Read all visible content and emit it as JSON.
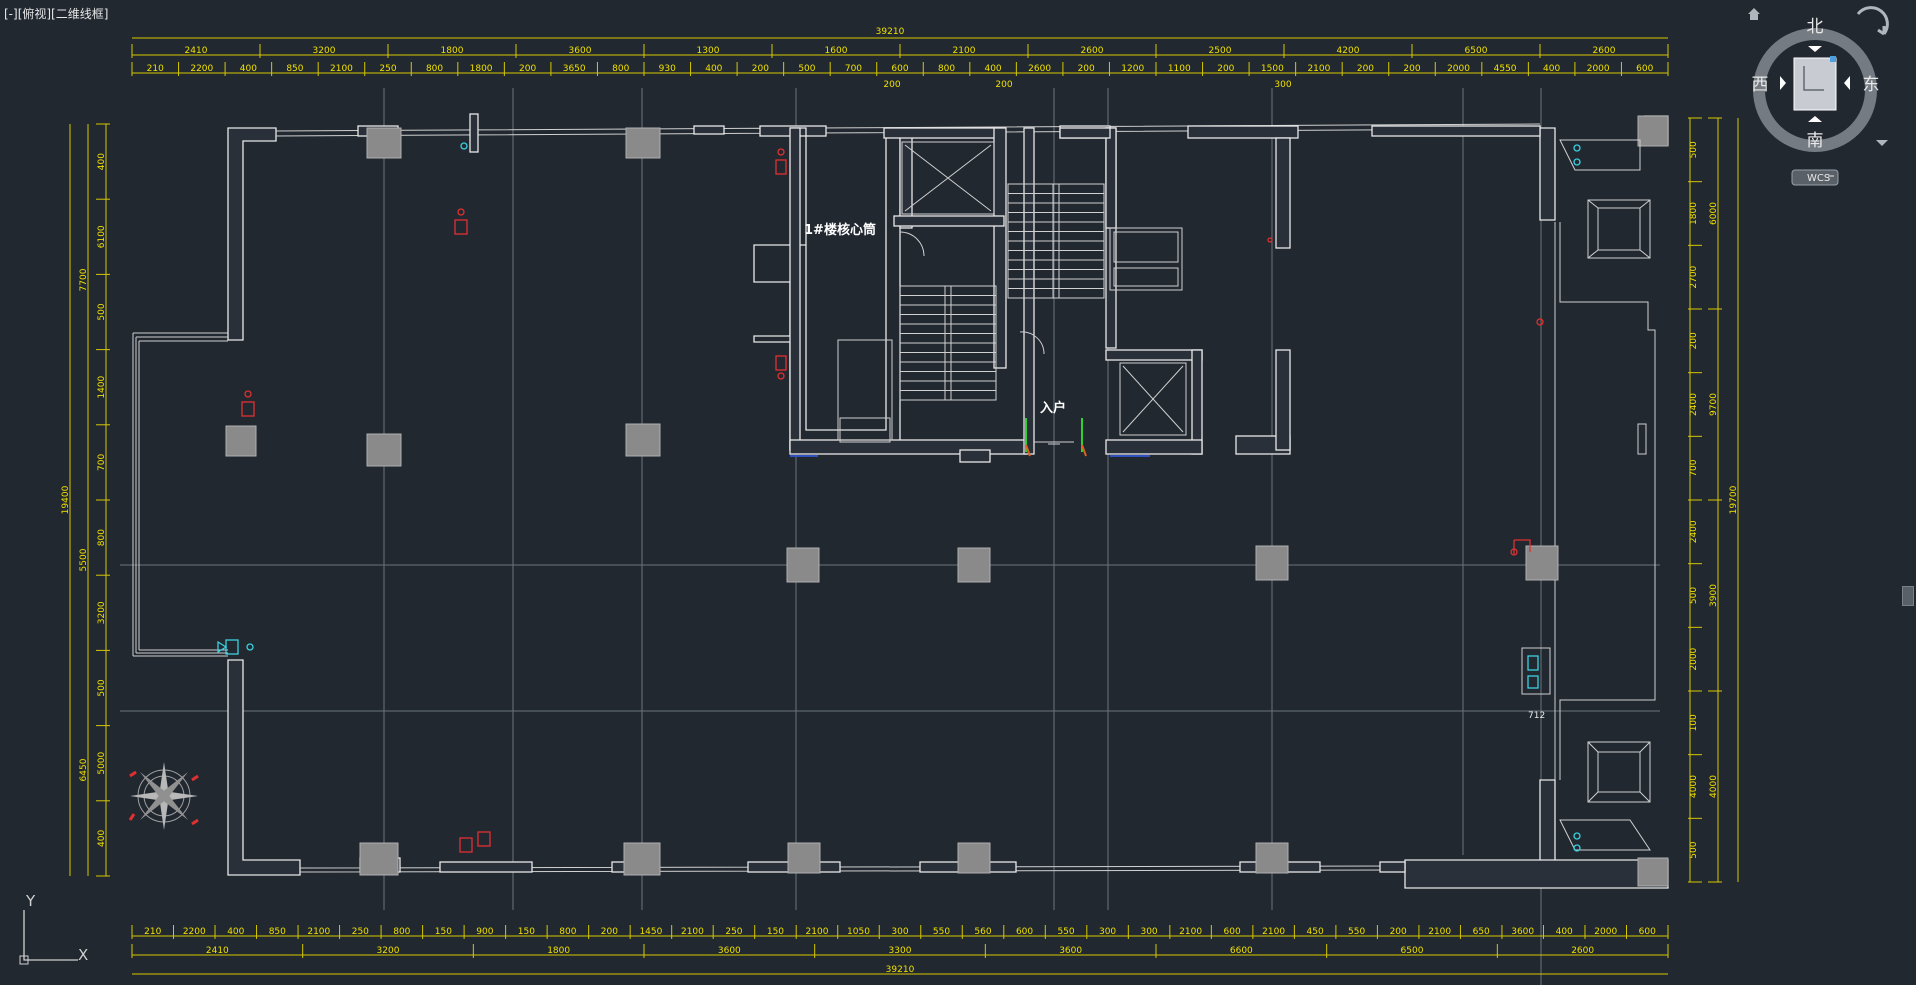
{
  "viewport": {
    "label": "[-][俯视][二维线框]"
  },
  "viewcube": {
    "north": "北",
    "south": "南",
    "east": "东",
    "west": "西",
    "wcs_label": "WCS"
  },
  "ucs": {
    "x_label": "X",
    "y_label": "Y"
  },
  "rooms": {
    "core_label": "1#楼核心筒",
    "entry_label": "入户",
    "small_label": "712"
  },
  "dimensions": {
    "top_total": "39210",
    "top_row1": [
      "2410",
      "3200",
      "1800",
      "3600",
      "1300",
      "1600",
      "2100",
      "2600",
      "2500",
      "4200",
      "6500",
      "2600"
    ],
    "top_row2": [
      "210",
      "2200",
      "400",
      "850",
      "2100",
      "250",
      "800",
      "1800",
      "200",
      "3650",
      "800",
      "930",
      "400",
      "200",
      "500",
      "700",
      "600",
      "800",
      "400",
      "2600",
      "200",
      "1200",
      "1100",
      "200",
      "1500",
      "2100",
      "200",
      "200",
      "2000",
      "4550",
      "400",
      "2000",
      "600"
    ],
    "top_row2_extra": [
      "200",
      "200",
      "300"
    ],
    "bottom_row1": [
      "210",
      "2200",
      "400",
      "850",
      "2100",
      "250",
      "800",
      "150",
      "900",
      "150",
      "800",
      "200",
      "1450",
      "2100",
      "250",
      "150",
      "2100",
      "1050",
      "300",
      "550",
      "560",
      "600",
      "550",
      "300",
      "300",
      "2100",
      "600",
      "2100",
      "450",
      "550",
      "200",
      "2100",
      "650",
      "3600",
      "400",
      "2000",
      "600"
    ],
    "bottom_row2": [
      "2410",
      "3200",
      "1800",
      "3600",
      "3300",
      "3600",
      "6600",
      "6500",
      "2600"
    ],
    "bottom_total": "39210",
    "left_outer": [
      "7700",
      "19400"
    ],
    "left_outer2": [
      "5500",
      "6450"
    ],
    "left_inner": [
      "400",
      "6100",
      "500",
      "1400",
      "700",
      "800",
      "3200",
      "500",
      "5000",
      "400"
    ],
    "right_inner": [
      "500",
      "1800",
      "2700",
      "200",
      "2400",
      "700",
      "2400",
      "500",
      "2000",
      "100",
      "4000",
      "500"
    ],
    "right_outer": [
      "6000",
      "9700",
      "3900",
      "4000"
    ],
    "right_total": "19700"
  },
  "colors": {
    "background": "#212830",
    "dimension": "#f0e000",
    "wall": "#e8e8e8",
    "column": "#8a8a8a",
    "axis": "#6c737c",
    "marker_red": "#e03030",
    "marker_cyan": "#3ad0e0"
  }
}
